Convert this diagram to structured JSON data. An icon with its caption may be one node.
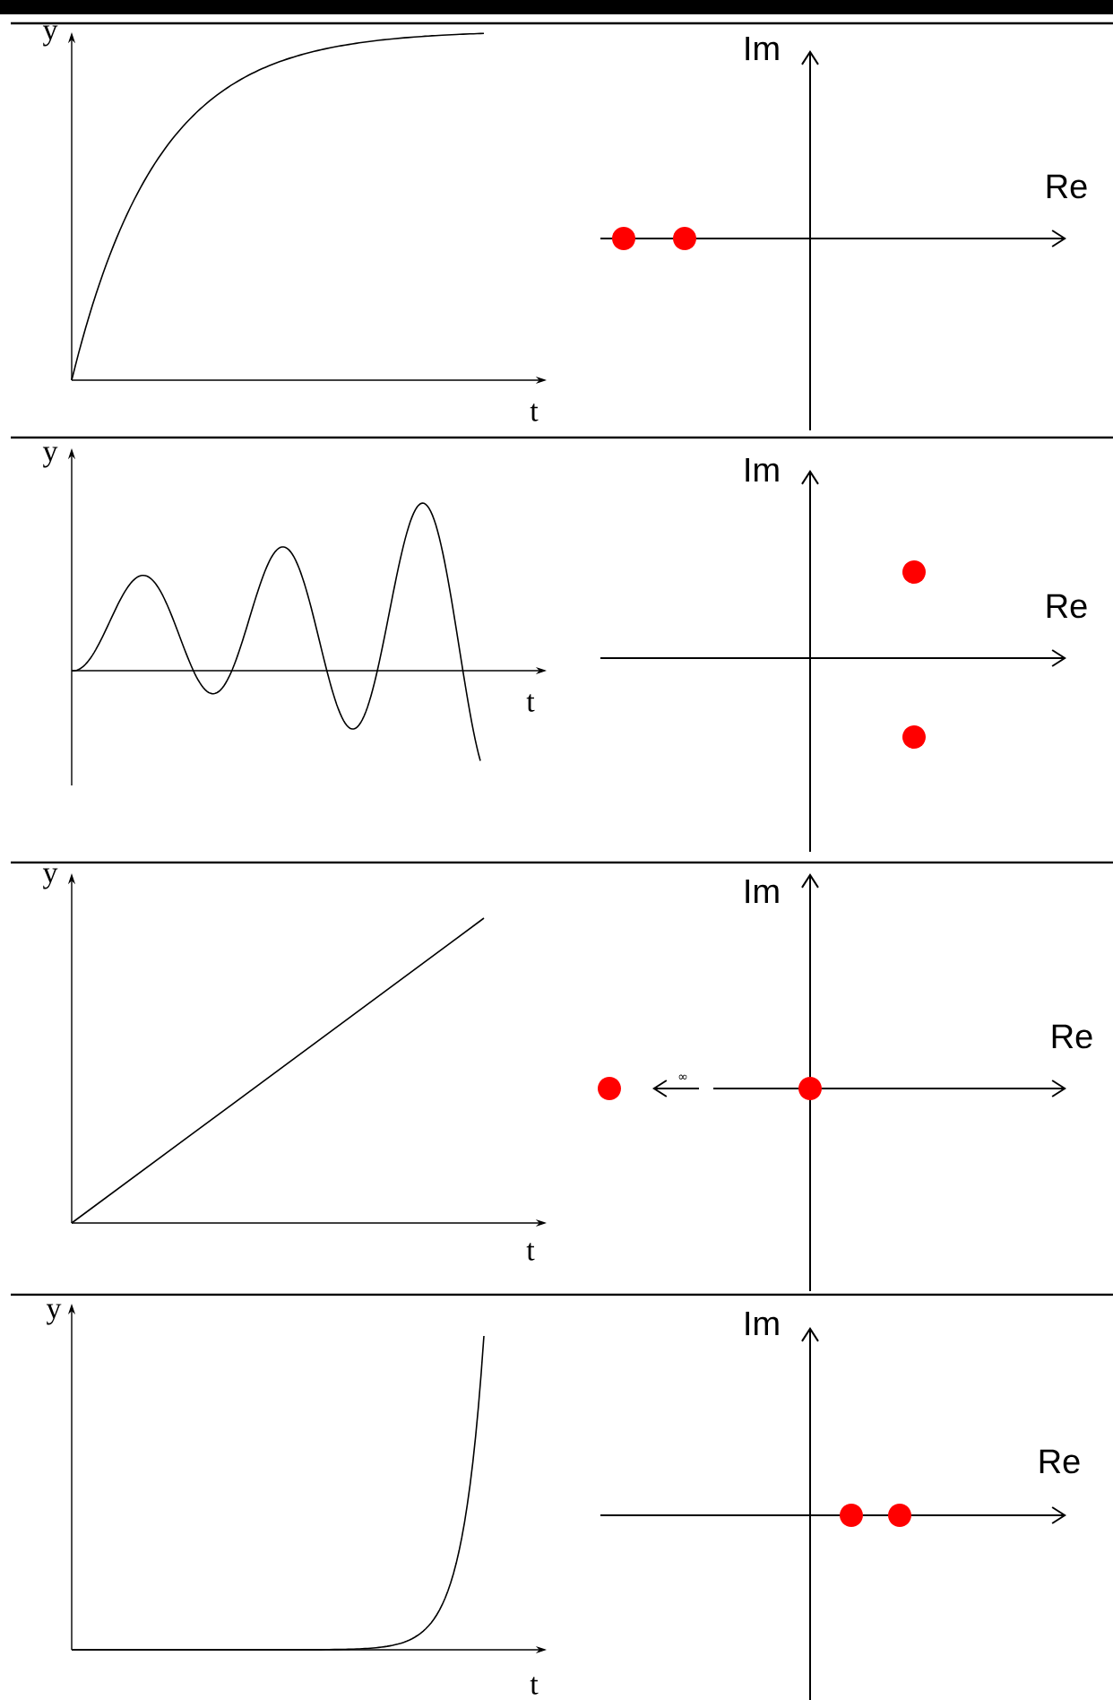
{
  "diagram": {
    "labels": [
      "y",
      "t",
      "Im",
      "Re",
      "y",
      "t",
      "Im",
      "Re",
      "y",
      "t",
      "Im",
      "Re",
      "∞",
      "y",
      "t",
      "Im",
      "Re"
    ]
  }
}
